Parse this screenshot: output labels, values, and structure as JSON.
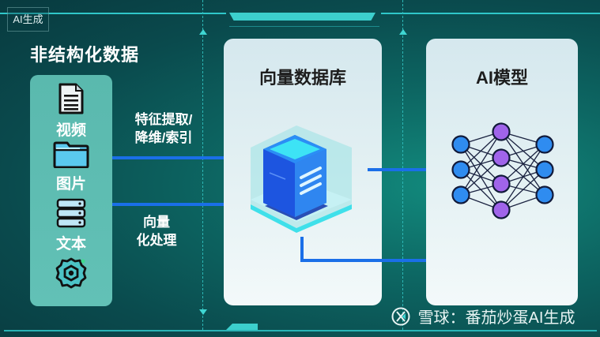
{
  "badge": {
    "label": "AI生成"
  },
  "left_section": {
    "title": "非结构化数据",
    "sources": [
      {
        "label": "视频",
        "icon": "document-icon"
      },
      {
        "label": "图片",
        "icon": "folder-icon"
      },
      {
        "label": "文本",
        "icon": "database-stack-icon"
      },
      {
        "label": "",
        "icon": "gear-icon"
      }
    ]
  },
  "edges": [
    {
      "label_line1": "特征提取/",
      "label_line2": "降维/索引"
    },
    {
      "label_line1": "向量",
      "label_line2": "化处理"
    }
  ],
  "vector_db_card": {
    "title": "向量数据库",
    "icon": "server-cube-icon"
  },
  "ai_model_card": {
    "title": "AI模型",
    "icon": "neural-network-icon",
    "layers": [
      3,
      4,
      3
    ]
  },
  "watermark": {
    "text": "雪球：番茄炒蛋AI生成"
  },
  "colors": {
    "background": "#0a4a4d",
    "accent_cyan": "#2fc7c9",
    "arrow_blue": "#1a6fe8",
    "source_panel": "#5ab9ae",
    "node_blue": "#2f8cf0",
    "node_purple": "#a064ea",
    "card_bg": "#e2eff2"
  }
}
